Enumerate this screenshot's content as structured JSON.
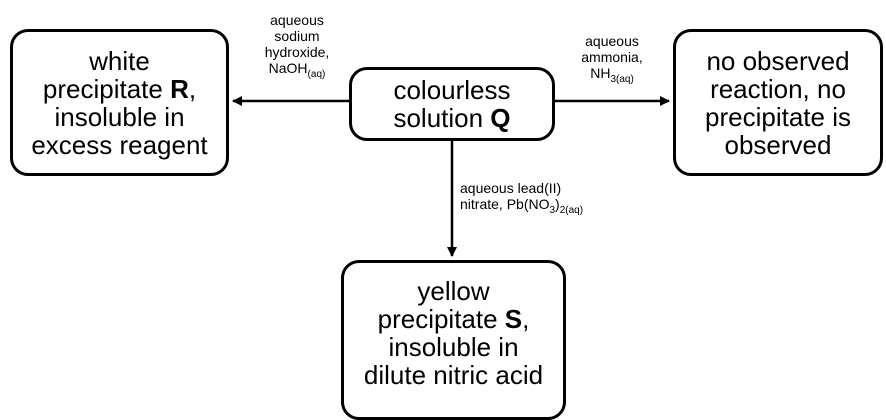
{
  "center": {
    "line1": "colourless",
    "line2_text": "solution ",
    "line2_bold": "Q"
  },
  "left": {
    "line1": "white",
    "line2_text": "precipitate ",
    "line2_bold": "R",
    "line2_tail": ",",
    "line3": "insoluble in",
    "line4": "excess reagent"
  },
  "right": {
    "line1": "no observed",
    "line2": "reaction, no",
    "line3": "precipitate is",
    "line4": "observed"
  },
  "bottom": {
    "line1": "yellow",
    "line2_text": "precipitate ",
    "line2_bold": "S",
    "line2_tail": ",",
    "line3": "insoluble in",
    "line4": "dilute nitric acid"
  },
  "reagents": {
    "naoh": {
      "line1": "aqueous",
      "line2": "sodium",
      "line3": "hydroxide,",
      "formula": "NaOH",
      "state": "(aq)"
    },
    "nh3": {
      "line1": "aqueous",
      "line2": "ammonia,",
      "formula": "NH",
      "sub": "3(aq)"
    },
    "pb": {
      "line1": "aqueous lead(II)",
      "line2_prefix": "nitrate, Pb(NO",
      "sub1": "3",
      "line2_mid": ")",
      "sub2": "2(aq)"
    }
  },
  "colors": {
    "stroke": "#000000",
    "background": "#ffffff"
  }
}
